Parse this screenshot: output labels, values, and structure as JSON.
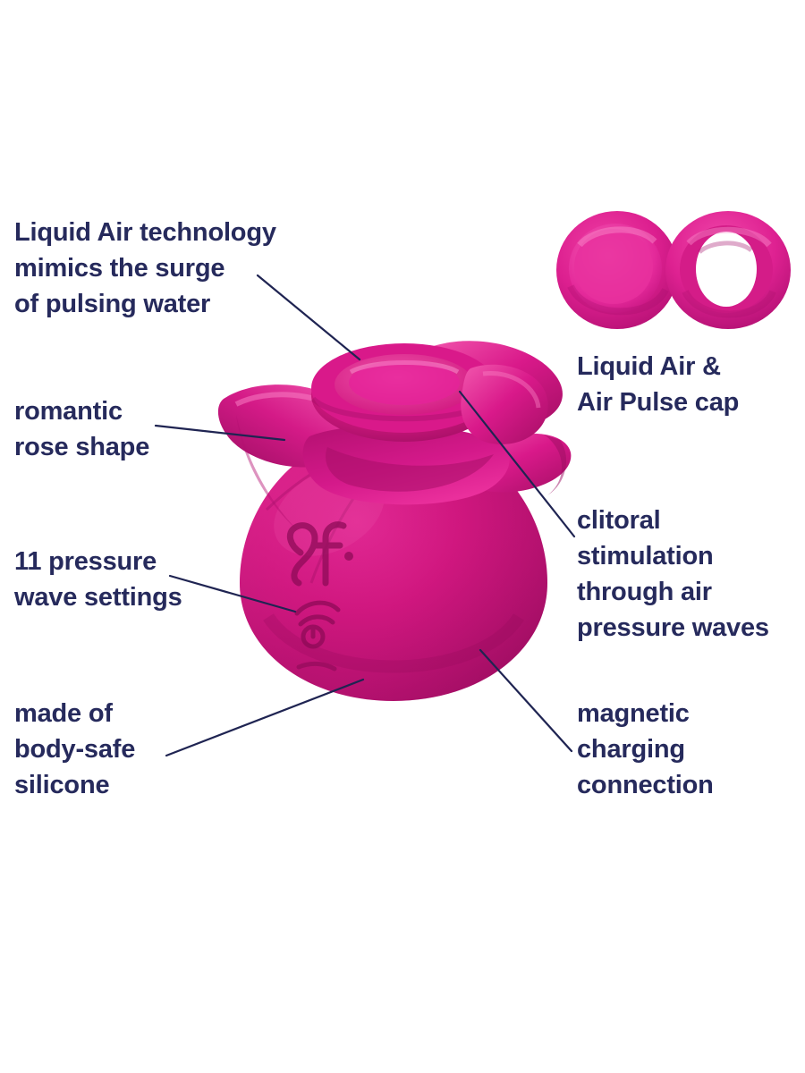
{
  "page": {
    "background_color": "#ffffff",
    "text_color": "#262a5c",
    "product_color_main": "#c9127c",
    "product_color_light": "#e6208f",
    "product_color_highlight": "#f04aa8",
    "product_color_shadow": "#9c0d60",
    "leader_line_color": "#1f2452"
  },
  "callouts": {
    "liquid_air": {
      "text": "Liquid Air technology\nmimics the surge\nof pulsing water"
    },
    "romantic_rose": {
      "text": "romantic\nrose shape"
    },
    "pressure_settings": {
      "text": "11 pressure\nwave settings"
    },
    "body_safe": {
      "text": "made of\nbody-safe\nsilicone"
    },
    "caps": {
      "text": "Liquid Air &\nAir Pulse cap"
    },
    "clitoral": {
      "text": "clitoral\nstimulation\nthrough air\npressure waves"
    },
    "magnetic": {
      "text": "magnetic\ncharging\nconnection"
    }
  },
  "product": {
    "name": "rose-shaped air pulse stimulator",
    "brand_mark": "Sf",
    "controls": [
      {
        "icon": "power-wave-button-icon",
        "label": "power / intensity"
      },
      {
        "icon": "minus-button-icon",
        "label": "decrease"
      }
    ]
  },
  "caps": {
    "left": {
      "name": "liquid-air-cap",
      "style": "closed-dome"
    },
    "right": {
      "name": "air-pulse-cap",
      "style": "open-ring"
    }
  }
}
